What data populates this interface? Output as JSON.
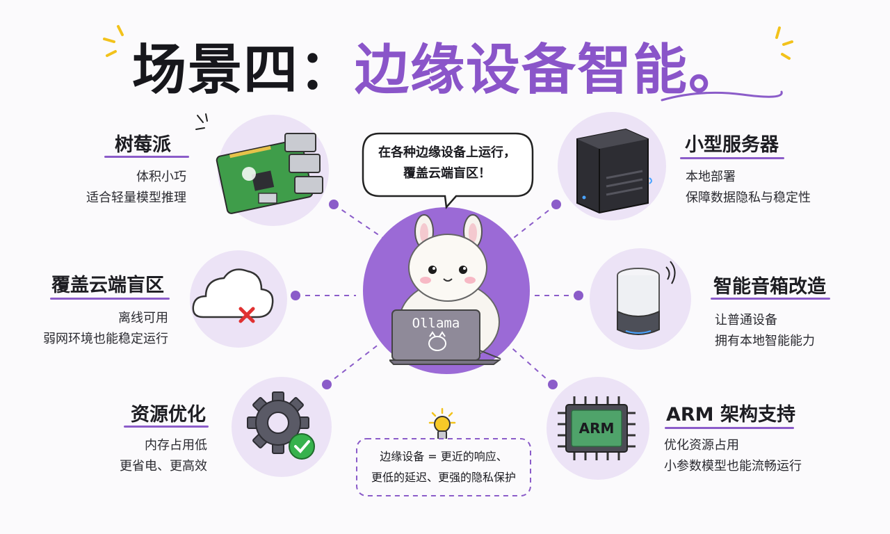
{
  "title": {
    "part1": "场景四：",
    "part2": "边缘设备智能。"
  },
  "center": {
    "bubble_line1": "在各种边缘设备上运行，",
    "bubble_line2": "覆盖云端盲区！",
    "laptop_label": "Ollama"
  },
  "features": [
    {
      "id": "raspberry-pi",
      "label": "树莓派",
      "desc1": "体积小巧",
      "desc2": "适合轻量模型推理",
      "icon": "raspberry-pi-icon"
    },
    {
      "id": "cloud-blind-spot",
      "label": "覆盖云端盲区",
      "desc1": "离线可用",
      "desc2": "弱网环境也能稳定运行",
      "icon": "offline-cloud-icon"
    },
    {
      "id": "resource-optimization",
      "label": "资源优化",
      "desc1": "内存占用低",
      "desc2": "更省电、更高效",
      "icon": "gear-check-icon"
    },
    {
      "id": "small-server",
      "label": "小型服务器",
      "desc1": "本地部署",
      "desc2": "保障数据隐私与稳定性",
      "icon": "server-icon"
    },
    {
      "id": "smart-speaker",
      "label": "智能音箱改造",
      "desc1": "让普通设备",
      "desc2": "拥有本地智能能力",
      "icon": "smart-speaker-icon"
    },
    {
      "id": "arm-support",
      "label": "ARM 架构支持",
      "desc1": "优化资源占用",
      "desc2": "小参数模型也能流畅运行",
      "icon": "arm-chip-icon",
      "chip_text": "ARM"
    }
  ],
  "note": {
    "line1": "边缘设备 = 更近的响应、",
    "line2": "更低的延迟、更强的隐私保护",
    "icon": "lightbulb-icon"
  },
  "colors": {
    "accent": "#8a55c9",
    "circle_fill": "#ece3f6",
    "center_fill": "#9b6ad6",
    "check_green": "#37b24d",
    "alert_red": "#e03131"
  }
}
